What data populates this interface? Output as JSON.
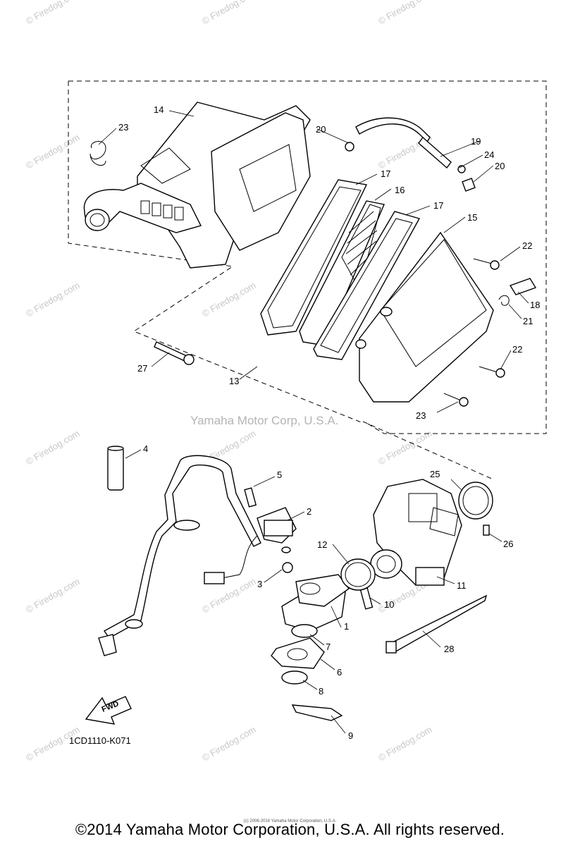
{
  "watermark": "© Firedog.com",
  "center_watermark": "Yamaha Motor Corp, U.S.A.",
  "diagram_code": "1CD1110-K071",
  "fwd_label": "FWD",
  "callouts": [
    "1",
    "2",
    "3",
    "4",
    "5",
    "6",
    "7",
    "8",
    "9",
    "10",
    "11",
    "12",
    "13",
    "14",
    "15",
    "16",
    "17",
    "17",
    "18",
    "19",
    "20",
    "20",
    "21",
    "22",
    "22",
    "22",
    "23",
    "24",
    "25",
    "26",
    "27",
    "28"
  ],
  "fine_print": "(c) 2006-2016 Yamaha Motor Corporation, U.S.A.",
  "copyright": "©2014 Yamaha Motor Corporation, U.S.A. All rights reserved."
}
